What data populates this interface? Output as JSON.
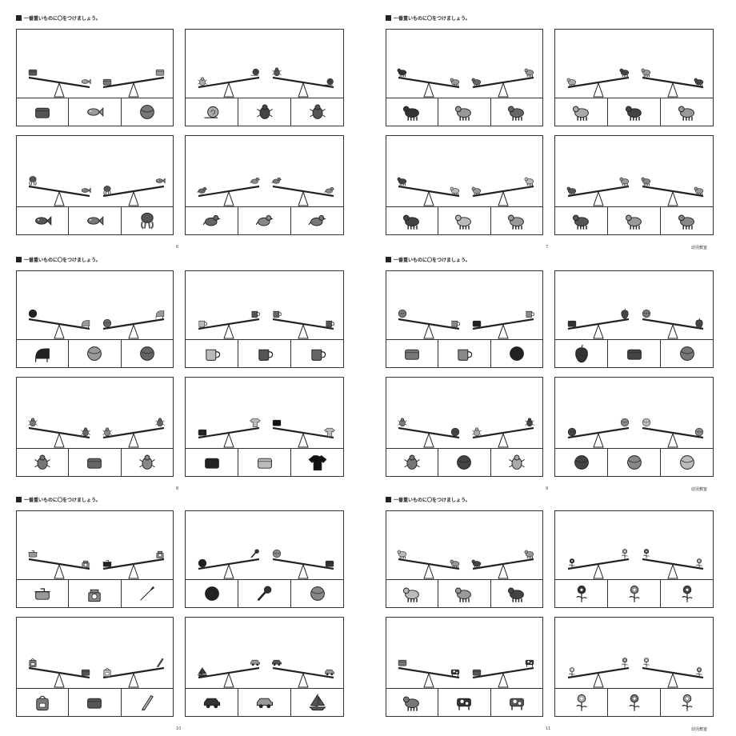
{
  "instruction": "一番重いものに〇をつけましょう。",
  "publisher": "幼児教室",
  "pages": [
    {
      "number": "6",
      "problems": [
        {
          "left": [
            "box",
            "box"
          ],
          "right": [
            "fish",
            "box"
          ],
          "choices": [
            "box",
            "fish",
            "ball"
          ],
          "shades": [
            "#555",
            "#999",
            "#777"
          ]
        },
        {
          "left": [
            "bug",
            "bug"
          ],
          "right": [
            "snail",
            "snail"
          ],
          "choices": [
            "snail",
            "bug",
            "bug"
          ],
          "shades": [
            "#aaa",
            "#444",
            "#555"
          ]
        },
        {
          "left": [
            "octopus",
            "octopus"
          ],
          "right": [
            "fish",
            "fish"
          ],
          "choices": [
            "fish",
            "fish",
            "octopus"
          ],
          "shades": [
            "#555",
            "#777",
            "#555"
          ]
        },
        {
          "left": [
            "bird",
            "bird"
          ],
          "right": [
            "bird",
            "bird"
          ],
          "choices": [
            "bird",
            "bird",
            "bird"
          ],
          "shades": [
            "#666",
            "#888",
            "#777"
          ]
        }
      ]
    },
    {
      "number": "7",
      "problems": [
        {
          "left": [
            "animal",
            "animal"
          ],
          "right": [
            "animal",
            "animal"
          ],
          "choices": [
            "animal",
            "animal",
            "animal"
          ],
          "shades": [
            "#333",
            "#999",
            "#666"
          ]
        },
        {
          "left": [
            "animal",
            "animal"
          ],
          "right": [
            "animal",
            "animal"
          ],
          "choices": [
            "animal",
            "animal",
            "animal"
          ],
          "shades": [
            "#aaa",
            "#444",
            "#999"
          ]
        },
        {
          "left": [
            "animal",
            "animal"
          ],
          "right": [
            "animal",
            "animal"
          ],
          "choices": [
            "animal",
            "animal",
            "animal"
          ],
          "shades": [
            "#444",
            "#bbb",
            "#999"
          ]
        },
        {
          "left": [
            "animal",
            "animal"
          ],
          "right": [
            "animal",
            "animal"
          ],
          "choices": [
            "animal",
            "animal",
            "animal"
          ],
          "shades": [
            "#555",
            "#999",
            "#888"
          ]
        }
      ]
    },
    {
      "number": "8",
      "problems": [
        {
          "left": [
            "ball",
            "ball"
          ],
          "right": [
            "piano",
            "piano"
          ],
          "choices": [
            "piano",
            "ball",
            "ball"
          ],
          "shades": [
            "#222",
            "#999",
            "#666"
          ]
        },
        {
          "left": [
            "cup",
            "cup"
          ],
          "right": [
            "cup",
            "cup"
          ],
          "choices": [
            "cup",
            "cup",
            "cup"
          ],
          "shades": [
            "#bbb",
            "#555",
            "#666"
          ]
        },
        {
          "left": [
            "bug",
            "bug"
          ],
          "right": [
            "bug",
            "bug"
          ],
          "choices": [
            "bug",
            "box",
            "bug"
          ],
          "shades": [
            "#777",
            "#666",
            "#888"
          ]
        },
        {
          "left": [
            "box",
            "box"
          ],
          "right": [
            "shirt",
            "shirt"
          ],
          "choices": [
            "box",
            "box",
            "shirt"
          ],
          "shades": [
            "#222",
            "#bbb",
            "#111"
          ]
        }
      ]
    },
    {
      "number": "9",
      "problems": [
        {
          "left": [
            "ball",
            "box"
          ],
          "right": [
            "cup",
            "cup"
          ],
          "choices": [
            "box",
            "cup",
            "ball"
          ],
          "shades": [
            "#777",
            "#888",
            "#222"
          ]
        },
        {
          "left": [
            "box",
            "ball"
          ],
          "right": [
            "fruit",
            "fruit"
          ],
          "choices": [
            "fruit",
            "box",
            "ball"
          ],
          "shades": [
            "#333",
            "#444",
            "#777"
          ]
        },
        {
          "left": [
            "bug",
            "bug"
          ],
          "right": [
            "ball",
            "bug"
          ],
          "choices": [
            "bug",
            "ball",
            "bug"
          ],
          "shades": [
            "#777",
            "#444",
            "#aaa"
          ]
        },
        {
          "left": [
            "ball",
            "ball"
          ],
          "right": [
            "ball",
            "ball"
          ],
          "choices": [
            "ball",
            "ball",
            "ball"
          ],
          "shades": [
            "#444",
            "#888",
            "#bbb"
          ]
        }
      ]
    },
    {
      "number": "10",
      "problems": [
        {
          "left": [
            "pot",
            "pot"
          ],
          "right": [
            "scale",
            "scale"
          ],
          "choices": [
            "pot",
            "scale",
            "knife"
          ],
          "shades": [
            "#999",
            "#888",
            "#222"
          ]
        },
        {
          "left": [
            "ball",
            "ball"
          ],
          "right": [
            "mic",
            "box"
          ],
          "choices": [
            "ball",
            "mic",
            "ball"
          ],
          "shades": [
            "#222",
            "#333",
            "#888"
          ]
        },
        {
          "left": [
            "bag",
            "bag"
          ],
          "right": [
            "box",
            "pencil"
          ],
          "choices": [
            "bag",
            "box",
            "pencil"
          ],
          "shades": [
            "#777",
            "#555",
            "#bbb"
          ]
        },
        {
          "left": [
            "boat",
            "car"
          ],
          "right": [
            "car",
            "car"
          ],
          "choices": [
            "car",
            "car",
            "boat"
          ],
          "shades": [
            "#333",
            "#999",
            "#555"
          ]
        }
      ]
    },
    {
      "number": "11",
      "problems": [
        {
          "left": [
            "animal",
            "animal"
          ],
          "right": [
            "animal",
            "animal"
          ],
          "choices": [
            "animal",
            "animal",
            "animal"
          ],
          "shades": [
            "#bbb",
            "#999",
            "#444"
          ]
        },
        {
          "left": [
            "flower",
            "flower"
          ],
          "right": [
            "flower",
            "flower"
          ],
          "choices": [
            "flower",
            "flower",
            "flower"
          ],
          "shades": [
            "#333",
            "#888",
            "#444"
          ]
        },
        {
          "left": [
            "box",
            "box"
          ],
          "right": [
            "cow",
            "cow"
          ],
          "choices": [
            "animal",
            "cow",
            "cow"
          ],
          "shades": [
            "#777",
            "#333",
            "#555"
          ]
        },
        {
          "left": [
            "flower",
            "flower"
          ],
          "right": [
            "flower",
            "flower"
          ],
          "choices": [
            "flower",
            "flower",
            "flower"
          ],
          "shades": [
            "#aaa",
            "#777",
            "#999"
          ]
        }
      ]
    }
  ]
}
